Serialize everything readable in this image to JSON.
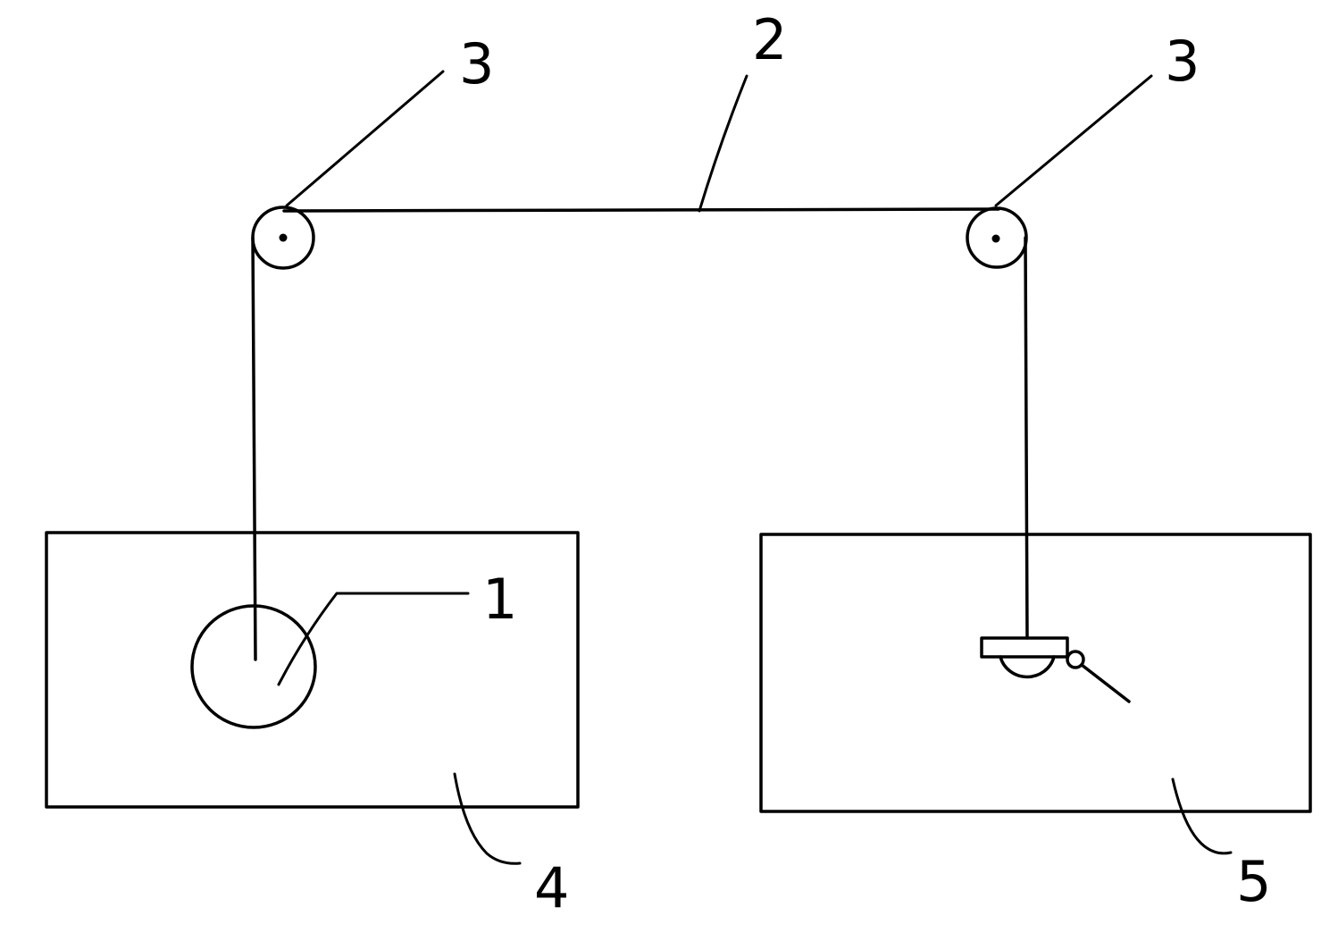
{
  "labels": {
    "ball": "1",
    "rope": "2",
    "pulley_left": "3",
    "pulley_right": "3",
    "left_tank": "4",
    "right_tank": "5"
  },
  "colors": {
    "ink": "#000000",
    "background": "#ffffff"
  }
}
